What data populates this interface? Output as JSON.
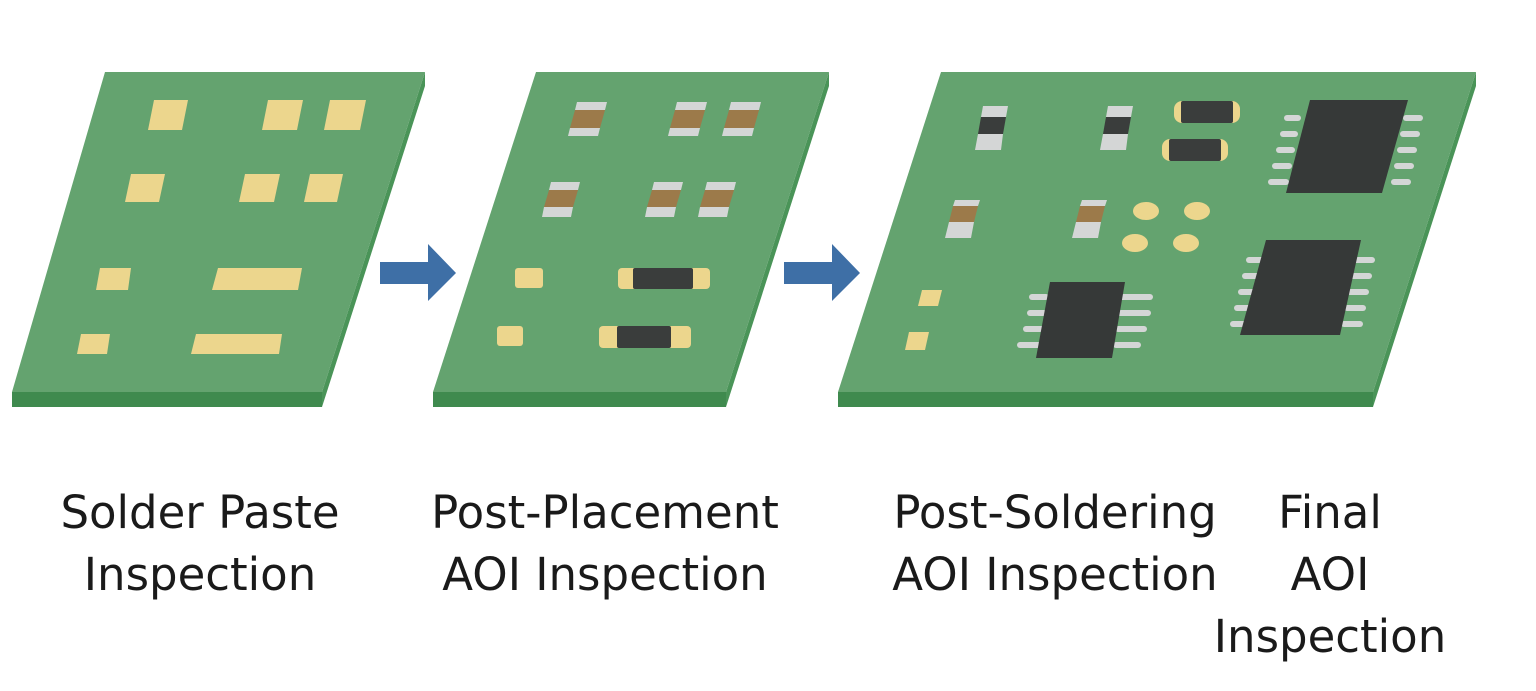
{
  "stages": [
    {
      "id": "solder-paste",
      "lines": [
        "Solder Paste",
        "Inspection"
      ]
    },
    {
      "id": "post-placement",
      "lines": [
        "Post-Placement",
        "AOI Inspection"
      ]
    },
    {
      "id": "post-soldering",
      "lines": [
        "Post-Soldering",
        "AOI Inspection"
      ]
    },
    {
      "id": "final",
      "lines": [
        "Final",
        "AOI",
        "Inspection"
      ]
    }
  ],
  "colors": {
    "board_top": "#64a36f",
    "board_edge": "#3f8a4e",
    "board_side": "#56985f",
    "pad": "#ecd68d",
    "component_body": "#3a3d3c",
    "resistor_body": "#9c7a4a",
    "terminal": "#d4d6d6",
    "arrow": "#3e6fa6"
  },
  "icons": [
    "pcb-board-icon",
    "solder-pad-icon",
    "resistor-icon",
    "ic-chip-icon",
    "right-arrow-icon"
  ]
}
